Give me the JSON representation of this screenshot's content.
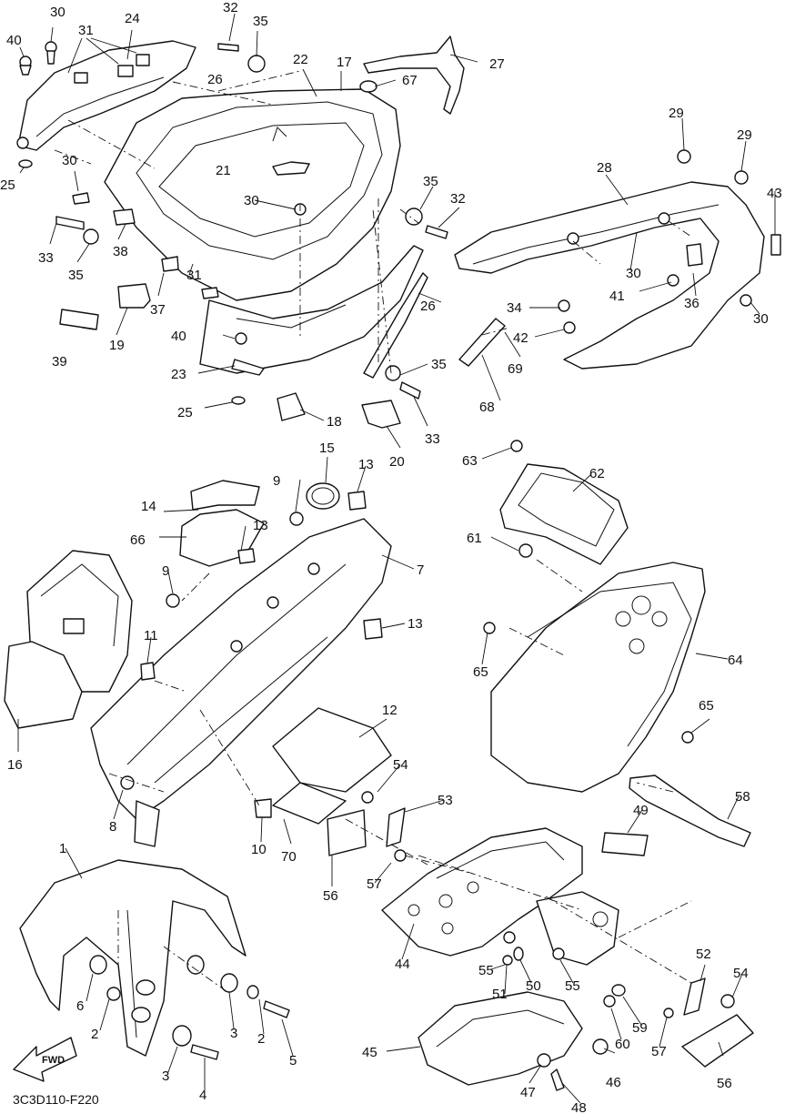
{
  "diagram_code": "3C3D110-F220",
  "fwd_label": "FWD",
  "callouts": [
    {
      "id": "c40a",
      "label": "40"
    },
    {
      "id": "c30a",
      "label": "30"
    },
    {
      "id": "c31a",
      "label": "31"
    },
    {
      "id": "c24",
      "label": "24"
    },
    {
      "id": "c32a",
      "label": "32"
    },
    {
      "id": "c35a",
      "label": "35"
    },
    {
      "id": "c22",
      "label": "22"
    },
    {
      "id": "c17",
      "label": "17"
    },
    {
      "id": "c27",
      "label": "27"
    },
    {
      "id": "c67",
      "label": "67"
    },
    {
      "id": "c26a",
      "label": "26"
    },
    {
      "id": "c25a",
      "label": "25"
    },
    {
      "id": "c30b",
      "label": "30"
    },
    {
      "id": "c21",
      "label": "21"
    },
    {
      "id": "c30c",
      "label": "30"
    },
    {
      "id": "c35b",
      "label": "35"
    },
    {
      "id": "c32b",
      "label": "32"
    },
    {
      "id": "c33a",
      "label": "33"
    },
    {
      "id": "c35c",
      "label": "35"
    },
    {
      "id": "c38",
      "label": "38"
    },
    {
      "id": "c31b",
      "label": "31"
    },
    {
      "id": "c37",
      "label": "37"
    },
    {
      "id": "c39",
      "label": "39"
    },
    {
      "id": "c19",
      "label": "19"
    },
    {
      "id": "c26b",
      "label": "26"
    },
    {
      "id": "c40b",
      "label": "40"
    },
    {
      "id": "c23",
      "label": "23"
    },
    {
      "id": "c25b",
      "label": "25"
    },
    {
      "id": "c18",
      "label": "18"
    },
    {
      "id": "c35d",
      "label": "35"
    },
    {
      "id": "c33b",
      "label": "33"
    },
    {
      "id": "c20",
      "label": "20"
    },
    {
      "id": "c68",
      "label": "68"
    },
    {
      "id": "c69",
      "label": "69"
    },
    {
      "id": "c29a",
      "label": "29"
    },
    {
      "id": "c29b",
      "label": "29"
    },
    {
      "id": "c28",
      "label": "28"
    },
    {
      "id": "c43",
      "label": "43"
    },
    {
      "id": "c30d",
      "label": "30"
    },
    {
      "id": "c41",
      "label": "41"
    },
    {
      "id": "c36",
      "label": "36"
    },
    {
      "id": "c30e",
      "label": "30"
    },
    {
      "id": "c34",
      "label": "34"
    },
    {
      "id": "c42",
      "label": "42"
    },
    {
      "id": "c15",
      "label": "15"
    },
    {
      "id": "c13a",
      "label": "13"
    },
    {
      "id": "c9a",
      "label": "9"
    },
    {
      "id": "c14",
      "label": "14"
    },
    {
      "id": "c66",
      "label": "66"
    },
    {
      "id": "c13b",
      "label": "13"
    },
    {
      "id": "c7",
      "label": "7"
    },
    {
      "id": "c9b",
      "label": "9"
    },
    {
      "id": "c13c",
      "label": "13"
    },
    {
      "id": "c11",
      "label": "11"
    },
    {
      "id": "c16",
      "label": "16"
    },
    {
      "id": "c8",
      "label": "8"
    },
    {
      "id": "c12",
      "label": "12"
    },
    {
      "id": "c54a",
      "label": "54"
    },
    {
      "id": "c53",
      "label": "53"
    },
    {
      "id": "c10",
      "label": "10"
    },
    {
      "id": "c70",
      "label": "70"
    },
    {
      "id": "c56a",
      "label": "56"
    },
    {
      "id": "c57a",
      "label": "57"
    },
    {
      "id": "c63",
      "label": "63"
    },
    {
      "id": "c62",
      "label": "62"
    },
    {
      "id": "c61",
      "label": "61"
    },
    {
      "id": "c65a",
      "label": "65"
    },
    {
      "id": "c64",
      "label": "64"
    },
    {
      "id": "c65b",
      "label": "65"
    },
    {
      "id": "c58",
      "label": "58"
    },
    {
      "id": "c49",
      "label": "49"
    },
    {
      "id": "c1",
      "label": "1"
    },
    {
      "id": "c6",
      "label": "6"
    },
    {
      "id": "c2a",
      "label": "2"
    },
    {
      "id": "c3a",
      "label": "3"
    },
    {
      "id": "c2b",
      "label": "2"
    },
    {
      "id": "c5",
      "label": "5"
    },
    {
      "id": "c3b",
      "label": "3"
    },
    {
      "id": "c4",
      "label": "4"
    },
    {
      "id": "c44",
      "label": "44"
    },
    {
      "id": "c55a",
      "label": "55"
    },
    {
      "id": "c51",
      "label": "51"
    },
    {
      "id": "c50",
      "label": "50"
    },
    {
      "id": "c55b",
      "label": "55"
    },
    {
      "id": "c52",
      "label": "52"
    },
    {
      "id": "c54b",
      "label": "54"
    },
    {
      "id": "c59",
      "label": "59"
    },
    {
      "id": "c60",
      "label": "60"
    },
    {
      "id": "c57b",
      "label": "57"
    },
    {
      "id": "c56b",
      "label": "56"
    },
    {
      "id": "c45",
      "label": "45"
    },
    {
      "id": "c46",
      "label": "46"
    },
    {
      "id": "c47",
      "label": "47"
    },
    {
      "id": "c48",
      "label": "48"
    }
  ]
}
